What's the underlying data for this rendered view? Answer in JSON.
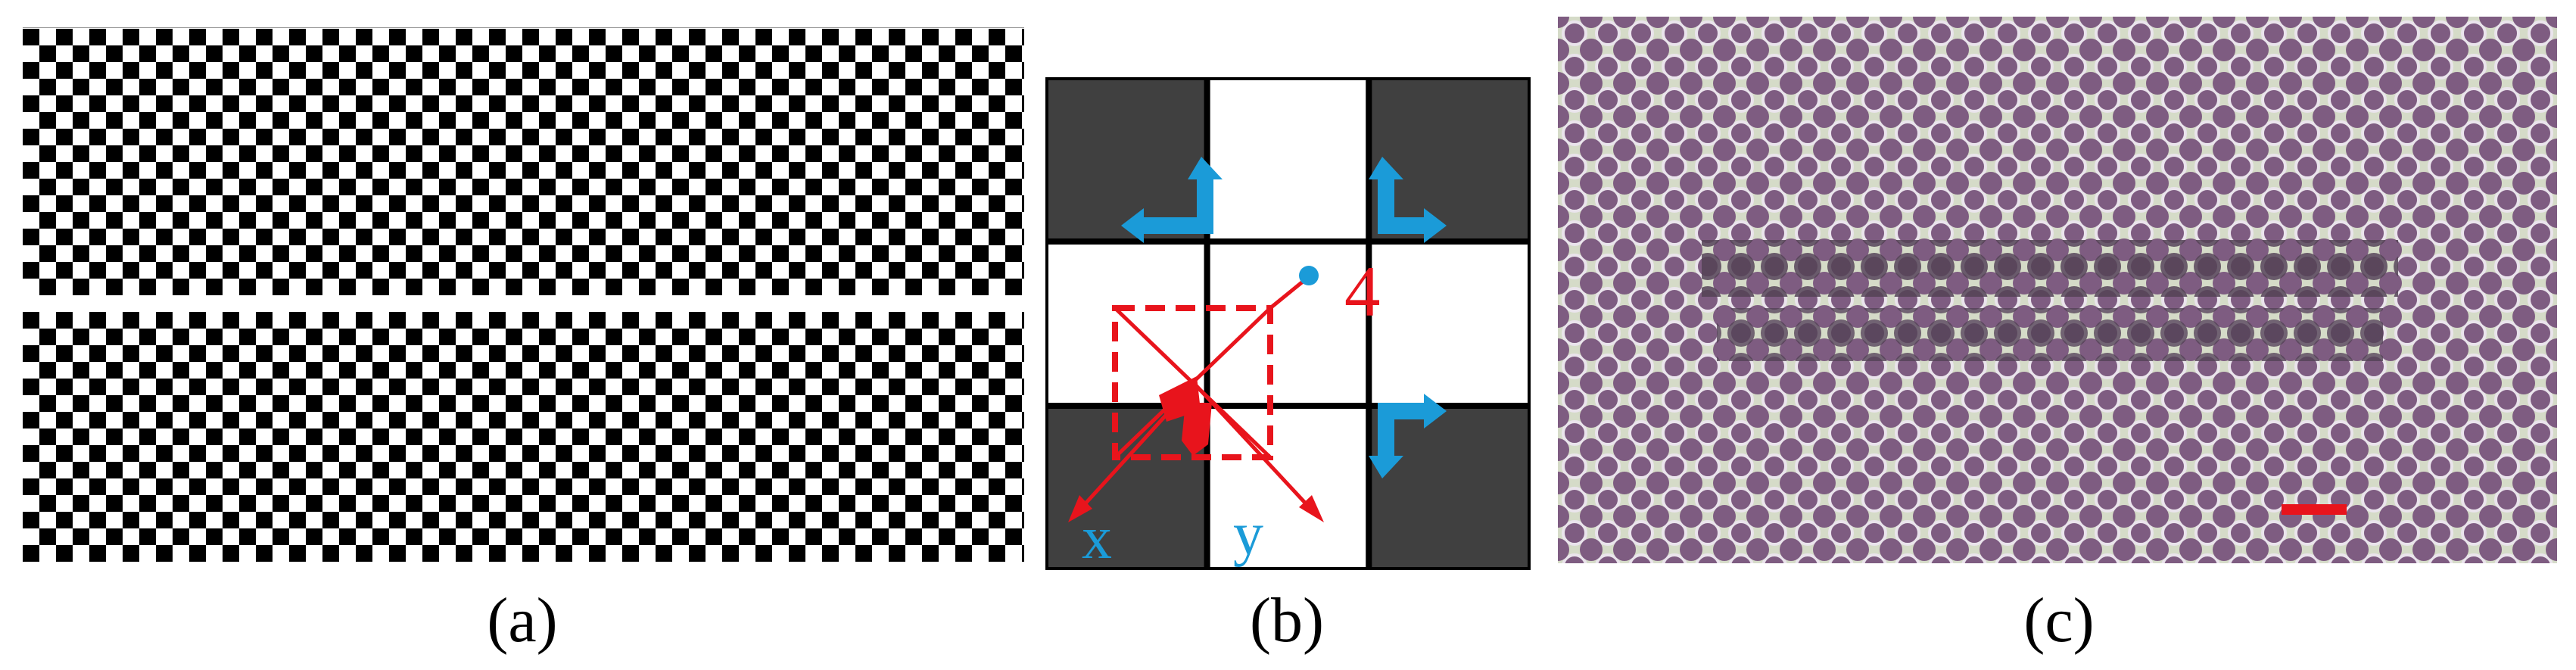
{
  "panels": {
    "a": {
      "caption": "(a)"
    },
    "b": {
      "caption": "(b)",
      "label_four": "4",
      "label_x": "x",
      "label_y": "y"
    },
    "c": {
      "caption": "(c)"
    }
  },
  "colors": {
    "dark_square": "#404040",
    "red": "#e8141c",
    "blue": "#1b9bd8",
    "micrograph_base": "#b8a8b0"
  },
  "icons": [
    "rotation-arrow-icon",
    "displacement-arrow-icon",
    "scale-bar-icon"
  ]
}
